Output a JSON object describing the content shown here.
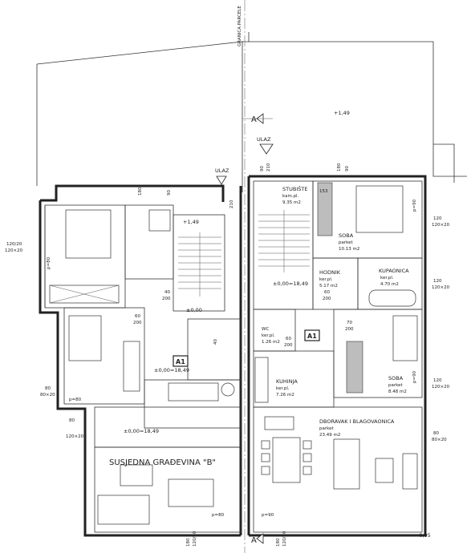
{
  "plan": {
    "boundary_label": "GRANICA PARCELE",
    "neighbor_building": "SUSJEDNA GRAĐEVINA \"B\"",
    "section_marker": "A",
    "entrances": [
      "ULAZ",
      "ULAZ"
    ],
    "unit_badges": [
      "A1",
      "A1"
    ],
    "elevations": [
      "+1,49",
      "+1,49",
      "±0,00",
      "±0,00=18,49",
      "±0,00=18,49",
      "±0,00=18,49",
      "-0,05"
    ],
    "rooms": [
      {
        "name": "STUBIŠTE",
        "floor": "kam.pl.",
        "area": "9.35 m2"
      },
      {
        "name": "SOBA",
        "floor": "parket",
        "area": "10.13 m2"
      },
      {
        "name": "HODNIK",
        "floor": "ker.pl.",
        "area": "5.17 m2"
      },
      {
        "name": "KUPAONICA",
        "floor": "ker.pl.",
        "area": "4.70 m2"
      },
      {
        "name": "WC",
        "floor": "ker.pl.",
        "area": "1.26 m2"
      },
      {
        "name": "KUHINJA",
        "floor": "ker.pl.",
        "area": "7.26 m2"
      },
      {
        "name": "SOBA",
        "floor": "parket",
        "area": "8.48 m2"
      },
      {
        "name": "DBORAVAK I BLAGOVAONICA",
        "floor": "parket",
        "area": "23.49 m2"
      }
    ],
    "dims": {
      "d120_20": "120/20",
      "d120_20x": "120×20",
      "d80": "80",
      "d80_20x": "80×20",
      "d60": "60",
      "d200": "200",
      "d40": "40",
      "d70": "70",
      "d90": "90",
      "d180": "180",
      "d120": "120",
      "d210": "210",
      "p80": "p=80",
      "p90": "p=90",
      "d120x20b": "120x20",
      "d153": "153"
    }
  }
}
